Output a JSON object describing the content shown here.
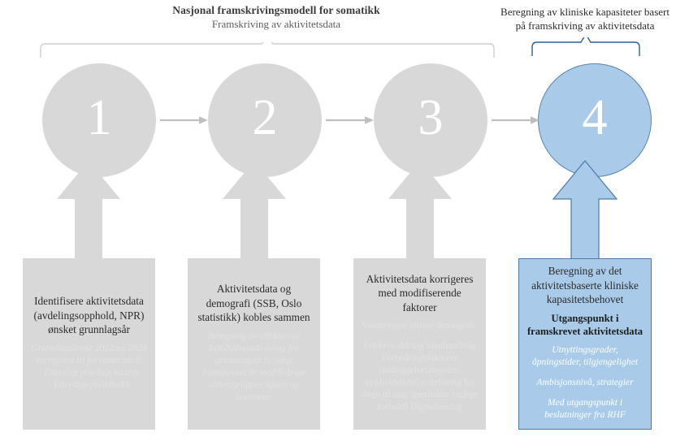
{
  "headings": {
    "main_title": "Nasjonal framskrivingsmodell for somatikk",
    "main_subtitle": "Framskriving av aktivitetsdata",
    "right_line1": "Beregning av kliniske kapasiteter basert",
    "right_line2": "på framskriving av aktivitetsdata"
  },
  "colors": {
    "gray_fill": "#d8d8d8",
    "blue_fill": "#a9cbe9",
    "blue_border": "#4a7aa8",
    "gray_bracket": "#cfcfcf",
    "blue_bracket": "#2f5f93",
    "arrow_gray": "#bfbfbf",
    "text_dark": "#2b2b2b",
    "text_faint": "#e2e2e2"
  },
  "steps": [
    {
      "number": "1",
      "style": "gray",
      "title": "Identifisere aktivitetsdata (avdelingsopphold, NPR) ønsket grunnlagsår",
      "strong": "",
      "notes": [
        "Grunnlagsårene 2022 og 2023 korrigeres til forventet nivå:",
        "- Etterslep planlagt kirurgi",
        "- Etterslep poliklinikk"
      ],
      "notes_tight": true,
      "notes_italic": true
    },
    {
      "number": "2",
      "style": "gray",
      "title": "Aktivitetsdata og demografi (SSB, Oslo statistikk) kobles sammen",
      "strong": "",
      "notes": [
        "Beregning av effekten av befolkningsutvikling fra grunnlagsår til valgt framskrevet år med 5-årige aldersgrupper, kjønn og kommune"
      ],
      "notes_tight": true,
      "notes_italic": true
    },
    {
      "number": "3",
      "style": "gray",
      "title": "Aktivitetsdata korrigeres med modifiserende faktorer",
      "strong": "",
      "notes": [
        "Vurderinger utover demografi:",
        "Friskere aldring Samhandling Forbedringsfaktorer (innleggelsesmønster, oppholdstider, overføring fra døgn til dag, spesifikke faglige forhold) Digitalisering"
      ],
      "notes_tight": false,
      "notes_italic": false
    },
    {
      "number": "4",
      "style": "blue",
      "title": "Beregning av det aktivitetsbaserte kliniske kapasitetsbehovet",
      "strong": "Utgangspunkt i framskrevet aktivitetsdata",
      "notes": [
        "Utnyttingsgrader, åpningstider, tilgjengelighet",
        "Ambisjonsnivå, strategier",
        "Med utgangspunkt i beslutninger fra RHF"
      ],
      "notes_tight": false,
      "notes_italic": true
    }
  ],
  "connectors": {
    "horizontal_arrow_count": "3",
    "vertical_arrow_count": "4",
    "gray_bracket_label": "grouping-steps-1-3",
    "blue_bracket_label": "grouping-step-4"
  }
}
